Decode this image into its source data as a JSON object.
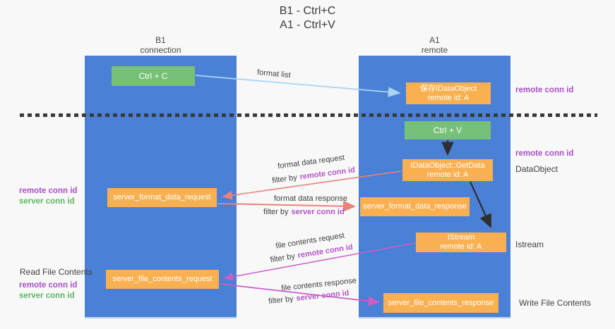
{
  "title": {
    "line1": "B1 - Ctrl+C",
    "line2": "A1 - Ctrl+V"
  },
  "columns": {
    "left": {
      "header_line1": "B1",
      "header_line2": "connection"
    },
    "right": {
      "header_line1": "A1",
      "header_line2": "remote"
    }
  },
  "boxes": {
    "ctrl_c": "Ctrl + C",
    "ctrl_v": "Ctrl + V",
    "save_idataobject": {
      "line1": "保存IDataObject",
      "line2": "remote id: A"
    },
    "getdata": {
      "line1": "IDataObject::GetData",
      "line2": "remote id: A"
    },
    "istream": {
      "line1": "IStream",
      "line2": "remote id: A"
    },
    "format_request": "server_format_data_request",
    "format_response": "server_format_data_response",
    "file_request": "server_file_contents_request",
    "file_response": "server_file_contents_response"
  },
  "arrow_labels": {
    "format_list": "format list",
    "format_data_request": "format data request",
    "format_data_response": "format data response",
    "file_contents_request": "file contents request",
    "file_contents_response": "file contents response",
    "filter_by": "filter by",
    "remote_conn_id": "remote conn id",
    "server_conn_id": "server conn id"
  },
  "side_labels": {
    "remote_conn_id": "remote conn id",
    "server_conn_id": "server conn id",
    "dataobject": "DataObject",
    "istream": "Istream",
    "read_file_contents": "Read File Contents",
    "write_file_contents": "Write File Contents"
  },
  "colors": {
    "lifeline_blue": "#4a80d5",
    "box_green": "#77c077",
    "box_orange": "#f9b050",
    "arrow_lightblue": "#a9d5f5",
    "arrow_salmon": "#e8837b",
    "arrow_magenta": "#cb5ec6",
    "arrow_black": "#2f2f2f",
    "text_purple": "#a94fc6",
    "text_green": "#5cb862"
  }
}
